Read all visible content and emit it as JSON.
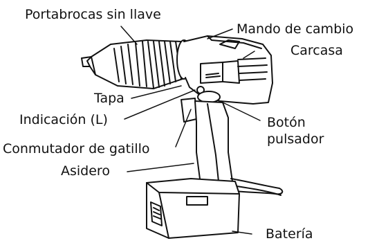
{
  "labels": {
    "chuck": "Portabrocas sin llave",
    "speed_selector": "Mando de cambio",
    "housing": "Carcasa",
    "cap": "Tapa",
    "indication": "Indicación (L)",
    "trigger_switch": "Conmutador de gatillo",
    "push_button_line1": "Botón",
    "push_button_line2": "pulsador",
    "handle": "Asidero",
    "battery": "Batería"
  }
}
